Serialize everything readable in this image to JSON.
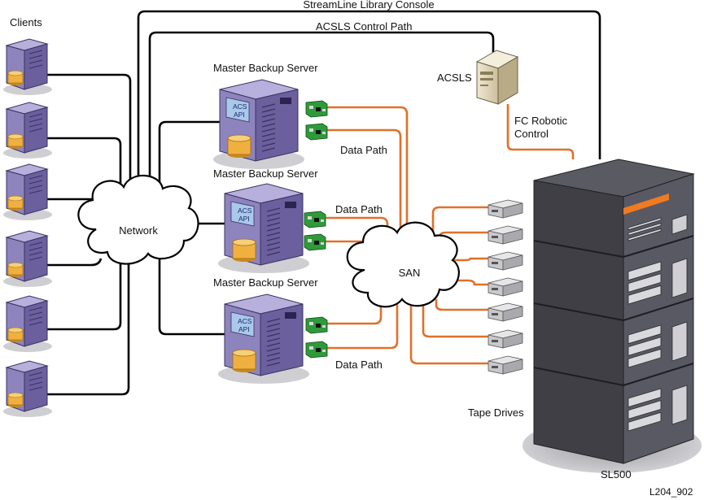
{
  "labels": {
    "clients": "Clients",
    "network": "Network",
    "san": "SAN",
    "acsls": "ACSLS",
    "streamline_console": "StreamLine Library Console",
    "acsls_control_path": "ACSLS Control Path",
    "fc_robotic_control_line1": "FC Robotic",
    "fc_robotic_control_line2": "Control",
    "tape_drives": "Tape Drives",
    "library": "SL500",
    "figure_id": "L204_902"
  },
  "servers": [
    {
      "label": "Master Backup Server",
      "api_line1": "ACS",
      "api_line2": "API"
    },
    {
      "label": "Master Backup Server",
      "api_line1": "ACS",
      "api_line2": "API"
    },
    {
      "label": "Master Backup Server",
      "api_line1": "ACS",
      "api_line2": "API"
    }
  ],
  "data_paths": [
    "Data Path",
    "Data Path",
    "Data Path"
  ],
  "colors": {
    "network_line": "#000000",
    "data_line": "#e0702a",
    "server_body": "#8e84bd",
    "server_side": "#6b5f9e",
    "server_top": "#b7b0dc",
    "disk": "#f0b040",
    "hba": "#2f9a3a",
    "library_body": "#3f3f45",
    "library_accent": "#f07a20",
    "drive": "#c9c9cc"
  }
}
